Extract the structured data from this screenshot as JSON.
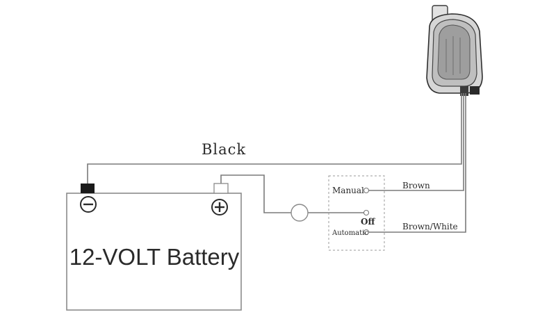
{
  "diagram": {
    "wire_black_label": "Black",
    "wire_brown_label": "Brown",
    "wire_brown_white_label": "Brown/White",
    "battery": {
      "label": "12-VOLT Battery",
      "negative_symbol": "−",
      "positive_symbol": "+"
    },
    "switch": {
      "manual_label": "Manual",
      "off_label": "Off",
      "automatic_label": "Automatic"
    },
    "icons": [
      "bilge-pump-icon",
      "fuse-icon",
      "negative-terminal-icon",
      "positive-terminal-icon"
    ]
  }
}
